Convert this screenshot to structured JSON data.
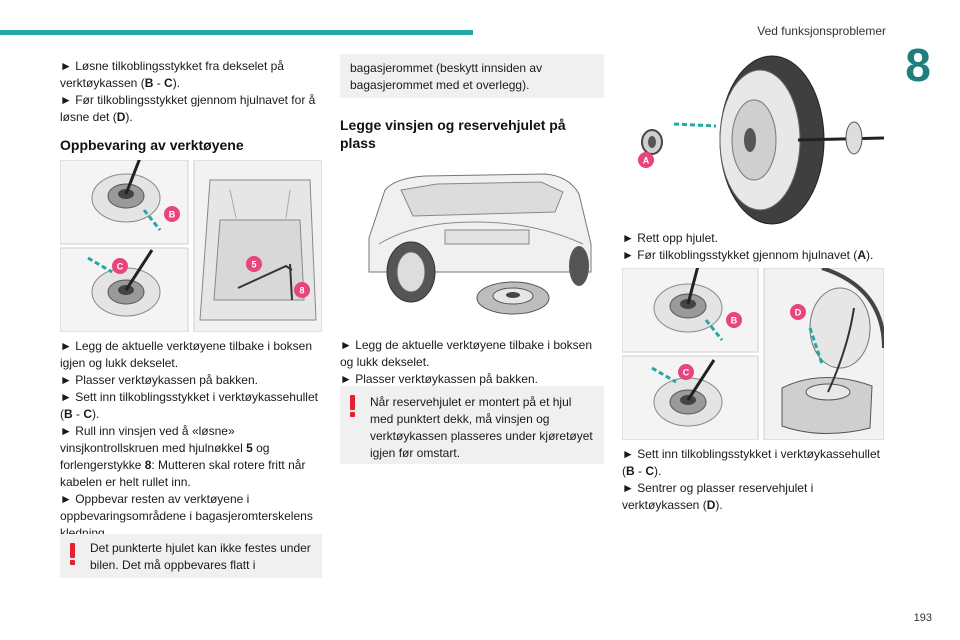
{
  "header": {
    "section_title": "Ved funksjonsproblemer",
    "chapter_number": "8",
    "page_number": "193"
  },
  "colors": {
    "accent": "#24a8a4",
    "chapter": "#1f7f7c",
    "badge": "#e8447e",
    "warning": "#e5202e"
  },
  "col1": {
    "p1a": "► Løsne tilkoblingsstykket fra dekselet på verktøykassen (",
    "p1b": "B",
    "p1c": " - ",
    "p1d": "C",
    "p1e": ").",
    "p2a": "► Før tilkoblingsstykket gjennom hjulnavet for å løsne det (",
    "p2b": "D",
    "p2c": ").",
    "heading": "Oppbevaring av verktøyene",
    "fig_labels": {
      "b": "B",
      "c": "C",
      "five": "5",
      "eight": "8"
    },
    "s1": "► Legg de aktuelle verktøyene tilbake i boksen igjen og lukk dekselet.",
    "s2": "► Plasser verktøykassen på bakken.",
    "s3a": "► Sett inn tilkoblingsstykket i verktøykassehullet (",
    "s3b": "B",
    "s3c": " - ",
    "s3d": "C",
    "s3e": ").",
    "s4a": "► Rull inn vinsjen ved å «løsne» vinsjkontrollskruen med hjulnøkkel ",
    "s4b": "5",
    "s4c": " og forlengerstykke ",
    "s4d": "8",
    "s4e": ": Mutteren skal rotere fritt når kabelen er helt rullet inn.",
    "s5": "► Oppbevar resten av verktøyene i oppbevaringsområdene i bagasjeromterskelens kledning.",
    "warning": "Det punkterte hjulet kan ikke festes under bilen. Det må oppbevares flatt i"
  },
  "col2": {
    "cont": "bagasjerommet (beskytt innsiden av bagasjerommet med et overlegg).",
    "heading": "Legge vinsjen og reservehjulet på plass",
    "s1": "► Legg de aktuelle verktøyene tilbake i boksen og lukk dekselet.",
    "s2": "► Plasser verktøykassen på bakken.",
    "warning": "Når reservehjulet er montert på et hjul med punktert dekk, må vinsjen og verktøykassen plasseres under kjøretøyet igjen før omstart."
  },
  "col3": {
    "fig_labels": {
      "a": "A",
      "b": "B",
      "c": "C",
      "d": "D"
    },
    "s1": "► Rett opp hjulet.",
    "s2a": "► Før tilkoblingsstykket gjennom hjulnavet (",
    "s2b": "A",
    "s2c": ").",
    "s3a": "► Sett inn tilkoblingsstykket i verktøykassehullet (",
    "s3b": "B",
    "s3c": " - ",
    "s3d": "C",
    "s3e": ").",
    "s4a": "► Sentrer og plasser reservehjulet i verktøykassen (",
    "s4b": "D",
    "s4c": ")."
  }
}
